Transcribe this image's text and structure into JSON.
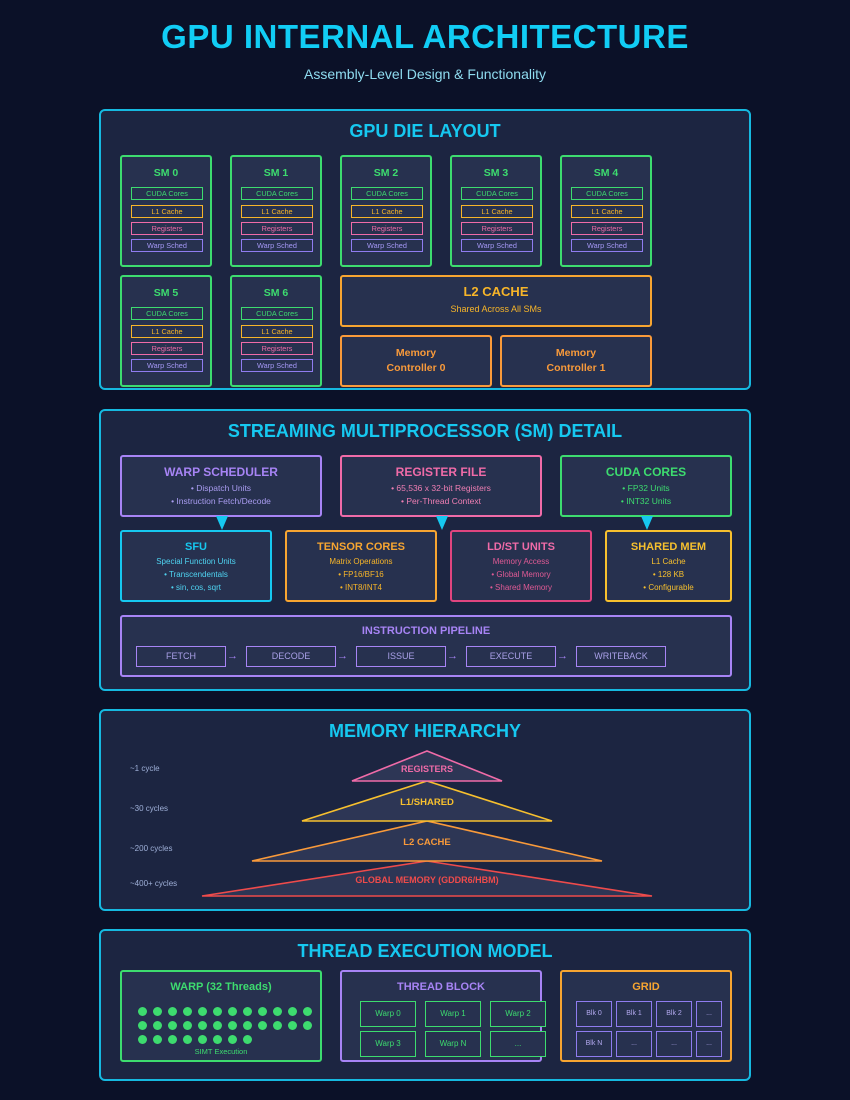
{
  "header": {
    "title": "GPU INTERNAL ARCHITECTURE",
    "subtitle": "Assembly-Level Design & Functionality"
  },
  "die": {
    "title": "GPU DIE LAYOUT",
    "sm_labels": [
      "SM 0",
      "SM 1",
      "SM 2",
      "SM 3",
      "SM 4",
      "SM 5",
      "SM 6"
    ],
    "sm_rows": [
      "CUDA Cores",
      "L1 Cache",
      "Registers",
      "Warp Sched"
    ],
    "l2_title": "L2 CACHE",
    "l2_sub": "Shared Across All SMs",
    "mem_ctrl_0": [
      "Memory",
      "Controller 0"
    ],
    "mem_ctrl_1": [
      "Memory",
      "Controller 1"
    ]
  },
  "sm_detail": {
    "title": "STREAMING MULTIPROCESSOR (SM) DETAIL",
    "warp_scheduler": {
      "title": "WARP SCHEDULER",
      "lines": [
        "• Dispatch Units",
        "• Instruction Fetch/Decode"
      ]
    },
    "register_file": {
      "title": "REGISTER FILE",
      "lines": [
        "• 65,536 x 32-bit Registers",
        "• Per-Thread Context"
      ]
    },
    "cuda_cores": {
      "title": "CUDA CORES",
      "lines": [
        "• FP32 Units",
        "• INT32 Units"
      ]
    },
    "sfu": {
      "title": "SFU",
      "lines": [
        "Special Function Units",
        "• Transcendentals",
        "• sin, cos, sqrt"
      ]
    },
    "tensor": {
      "title": "TENSOR CORES",
      "lines": [
        "Matrix Operations",
        "• FP16/BF16",
        "• INT8/INT4"
      ]
    },
    "ldst": {
      "title": "LD/ST UNITS",
      "lines": [
        "Memory Access",
        "• Global Memory",
        "• Shared Memory"
      ]
    },
    "shared": {
      "title": "SHARED MEM",
      "lines": [
        "L1 Cache",
        "• 128 KB",
        "• Configurable"
      ]
    },
    "pipeline_title": "INSTRUCTION PIPELINE",
    "pipeline": [
      "FETCH",
      "DECODE",
      "ISSUE",
      "EXECUTE",
      "WRITEBACK"
    ]
  },
  "memory": {
    "title": "MEMORY HIERARCHY",
    "levels": [
      {
        "name": "REGISTERS",
        "latency": "~1 cycle",
        "color": "#f06ba8"
      },
      {
        "name": "L1/SHARED",
        "latency": "~30 cycles",
        "color": "#f7c02e"
      },
      {
        "name": "L2 CACHE",
        "latency": "~200 cycles",
        "color": "#f99a3a"
      },
      {
        "name": "GLOBAL MEMORY (GDDR6/HBM)",
        "latency": "~400+ cycles",
        "color": "#ef4b4b"
      }
    ]
  },
  "threads": {
    "title": "THREAD EXECUTION MODEL",
    "warp_title": "WARP (32 Threads)",
    "warp_caption": "SIMT Execution",
    "block_title": "THREAD BLOCK",
    "block_cells": [
      "Warp 0",
      "Warp 1",
      "Warp 2",
      "Warp 3",
      "Warp N",
      "..."
    ],
    "grid_title": "GRID",
    "grid_cells": [
      "Blk 0",
      "Blk 1",
      "Blk 2",
      "...",
      "Blk N",
      "...",
      "...",
      "..."
    ]
  },
  "colors": {
    "accent": "#16c8f0",
    "green": "#3ddc6f",
    "orange": "#f7a531",
    "pink": "#f06ba8",
    "purple": "#a784f5"
  }
}
